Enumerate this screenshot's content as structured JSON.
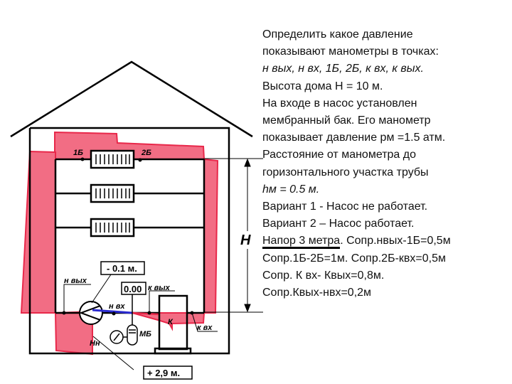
{
  "task": {
    "lines": [
      "Определить какое давление",
      "показывают манометры в точках:",
      "н вых, н вх, 1Б, 2Б, к вх, к вых.",
      "Высота дома H = 10 м.",
      "На входе в насос установлен",
      "мембранный бак. Его манометр",
      "показывает давление pм =1.5 атм.",
      "Расстояние от манометра до",
      "горизонтального участка трубы",
      "hм = 0.5 м.",
      "Вариант 1 - Насос не работает.",
      "Вариант 2 – Насос работает.",
      "Сопр.1Б-2Б=1м. Сопр.2Б-квх=0,5м",
      "Сопр. К вх- Квых=0,8м.",
      "Сопр.Квых-нвх=0,2м"
    ],
    "head_underlined": "Напор 3 метра",
    "head_rest": ". Сопр.нвых-1Б=0,5м"
  },
  "diagram": {
    "label_1b": "1Б",
    "label_2b": "2Б",
    "label_H": "H",
    "label_Hn": "Hн",
    "label_n_out": "н вых",
    "label_n_in": "н вх",
    "label_k_out": "к вых",
    "label_k_in": "к вх",
    "label_k": "К",
    "label_mb": "МБ",
    "mark_minus": "- 0.1 м.",
    "mark_zero": "0.00",
    "mark_plus": "+ 2,9 м."
  },
  "colors": {
    "pressure_fill": "#f26d84",
    "pressure_edge": "#e8284a",
    "blue_segment": "#2a2ad0"
  }
}
